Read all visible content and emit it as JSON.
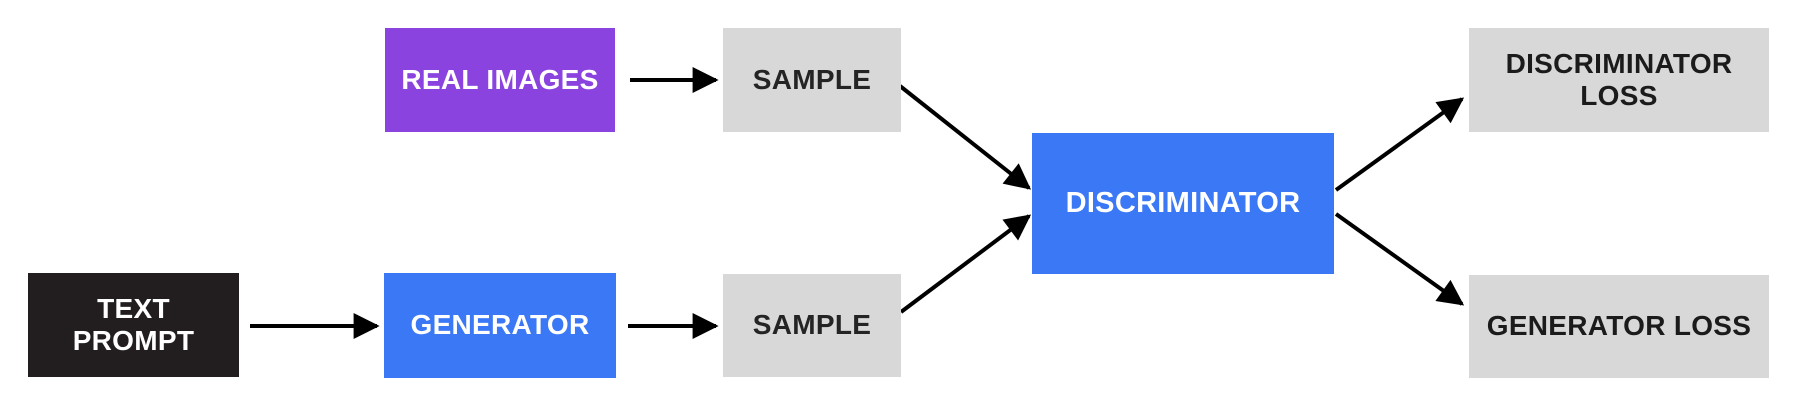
{
  "canvas": {
    "background_color": "#FFFFFF",
    "arrow_color": "#000000"
  },
  "nodes": {
    "real_images": {
      "label": "REAL IMAGES",
      "bg_color": "#8B43E0",
      "text_color": "#FFFFFF"
    },
    "sample_real": {
      "label": "SAMPLE",
      "bg_color": "#D8D8D8",
      "text_color": "#242424"
    },
    "discriminator_loss": {
      "label": "DISCRIMINATOR LOSS",
      "bg_color": "#D8D8D8",
      "text_color": "#1B1B1B"
    },
    "discriminator": {
      "label": "DISCRIMINATOR",
      "bg_color": "#3B78F5",
      "text_color": "#FFFFFF"
    },
    "text_prompt": {
      "label": "TEXT PROMPT",
      "bg_color": "#221E1F",
      "text_color": "#FFFFFF"
    },
    "generator": {
      "label": "GENERATOR",
      "bg_color": "#3B78F5",
      "text_color": "#FFFFFF"
    },
    "sample_generated": {
      "label": "SAMPLE",
      "bg_color": "#D8D8D8",
      "text_color": "#242424"
    },
    "generator_loss": {
      "label": "GENERATOR LOSS",
      "bg_color": "#D8D8D8",
      "text_color": "#1B1B1B"
    }
  },
  "edges": [
    {
      "from": "real_images",
      "to": "sample_real"
    },
    {
      "from": "text_prompt",
      "to": "generator"
    },
    {
      "from": "generator",
      "to": "sample_generated"
    },
    {
      "from": "sample_real",
      "to": "discriminator"
    },
    {
      "from": "sample_generated",
      "to": "discriminator"
    },
    {
      "from": "discriminator",
      "to": "discriminator_loss"
    },
    {
      "from": "discriminator",
      "to": "generator_loss"
    }
  ]
}
